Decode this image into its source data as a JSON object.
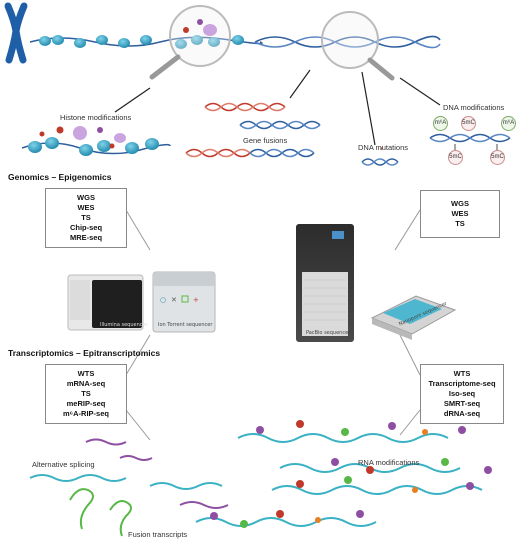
{
  "labels": {
    "histone_modifications": "Histone modifications",
    "gene_fusions": "Gene fusions",
    "dna_mutations": "DNA mutations",
    "dna_modifications": "DNA modifications",
    "genomics_epigenomics": "Genomics – Epigenomics",
    "transcriptomics": "Transcriptomics – Epitranscriptomics",
    "alternative_splicing": "Alternative splicing",
    "fusion_transcripts": "Fusion transcripts",
    "rna_modifications": "RNA modifications"
  },
  "boxes": {
    "genomics_left": [
      "WGS",
      "WES",
      "TS",
      "Chip-seq",
      "MRE-seq"
    ],
    "genomics_right": [
      "WGS",
      "WES",
      "TS"
    ],
    "transcriptomics_left": [
      "WTS",
      "mRNA-seq",
      "TS",
      "meRIP-seq",
      "m⁶A-RIP-seq"
    ],
    "transcriptomics_right": [
      "WTS",
      "Transcriptome-seq",
      "Iso-seq",
      "SMRT-seq",
      "dRNA-seq"
    ]
  },
  "devices": {
    "illumina": "Illumina sequencer",
    "ion_torrent": "Ion Torrent sequencer",
    "pacbio": "PacBio sequencer",
    "nanopore": "Nanopore sequencer"
  },
  "dna_mod_badges": [
    "m⁶A",
    "5mC",
    "m⁶A",
    "5mC",
    "5mC"
  ],
  "colors": {
    "nucleosome": "#2aa6c9",
    "dna_red": "#c0392b",
    "dna_blue": "#2e5e9e",
    "rna_teal": "#3bb1c4",
    "rna_purple": "#8e4fa3",
    "green": "#58b847"
  }
}
